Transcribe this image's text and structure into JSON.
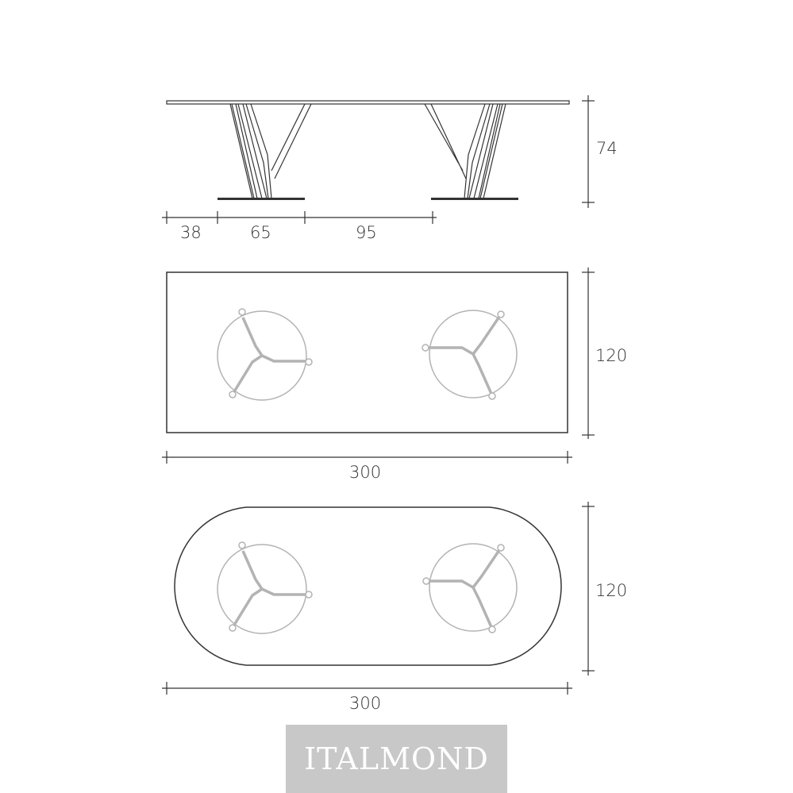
{
  "dimensions": {
    "height_side": "74",
    "overhang": "38",
    "base_width": "65",
    "base_gap": "95",
    "rect_width": "300",
    "rect_depth": "120",
    "oval_width": "300",
    "oval_depth": "120"
  },
  "logo": {
    "text": "ITALMOND"
  },
  "colors": {
    "line": "#333333",
    "base_gray": "#b3b3b3",
    "logo_bg": "#c8c8c8",
    "logo_text": "#ffffff"
  }
}
